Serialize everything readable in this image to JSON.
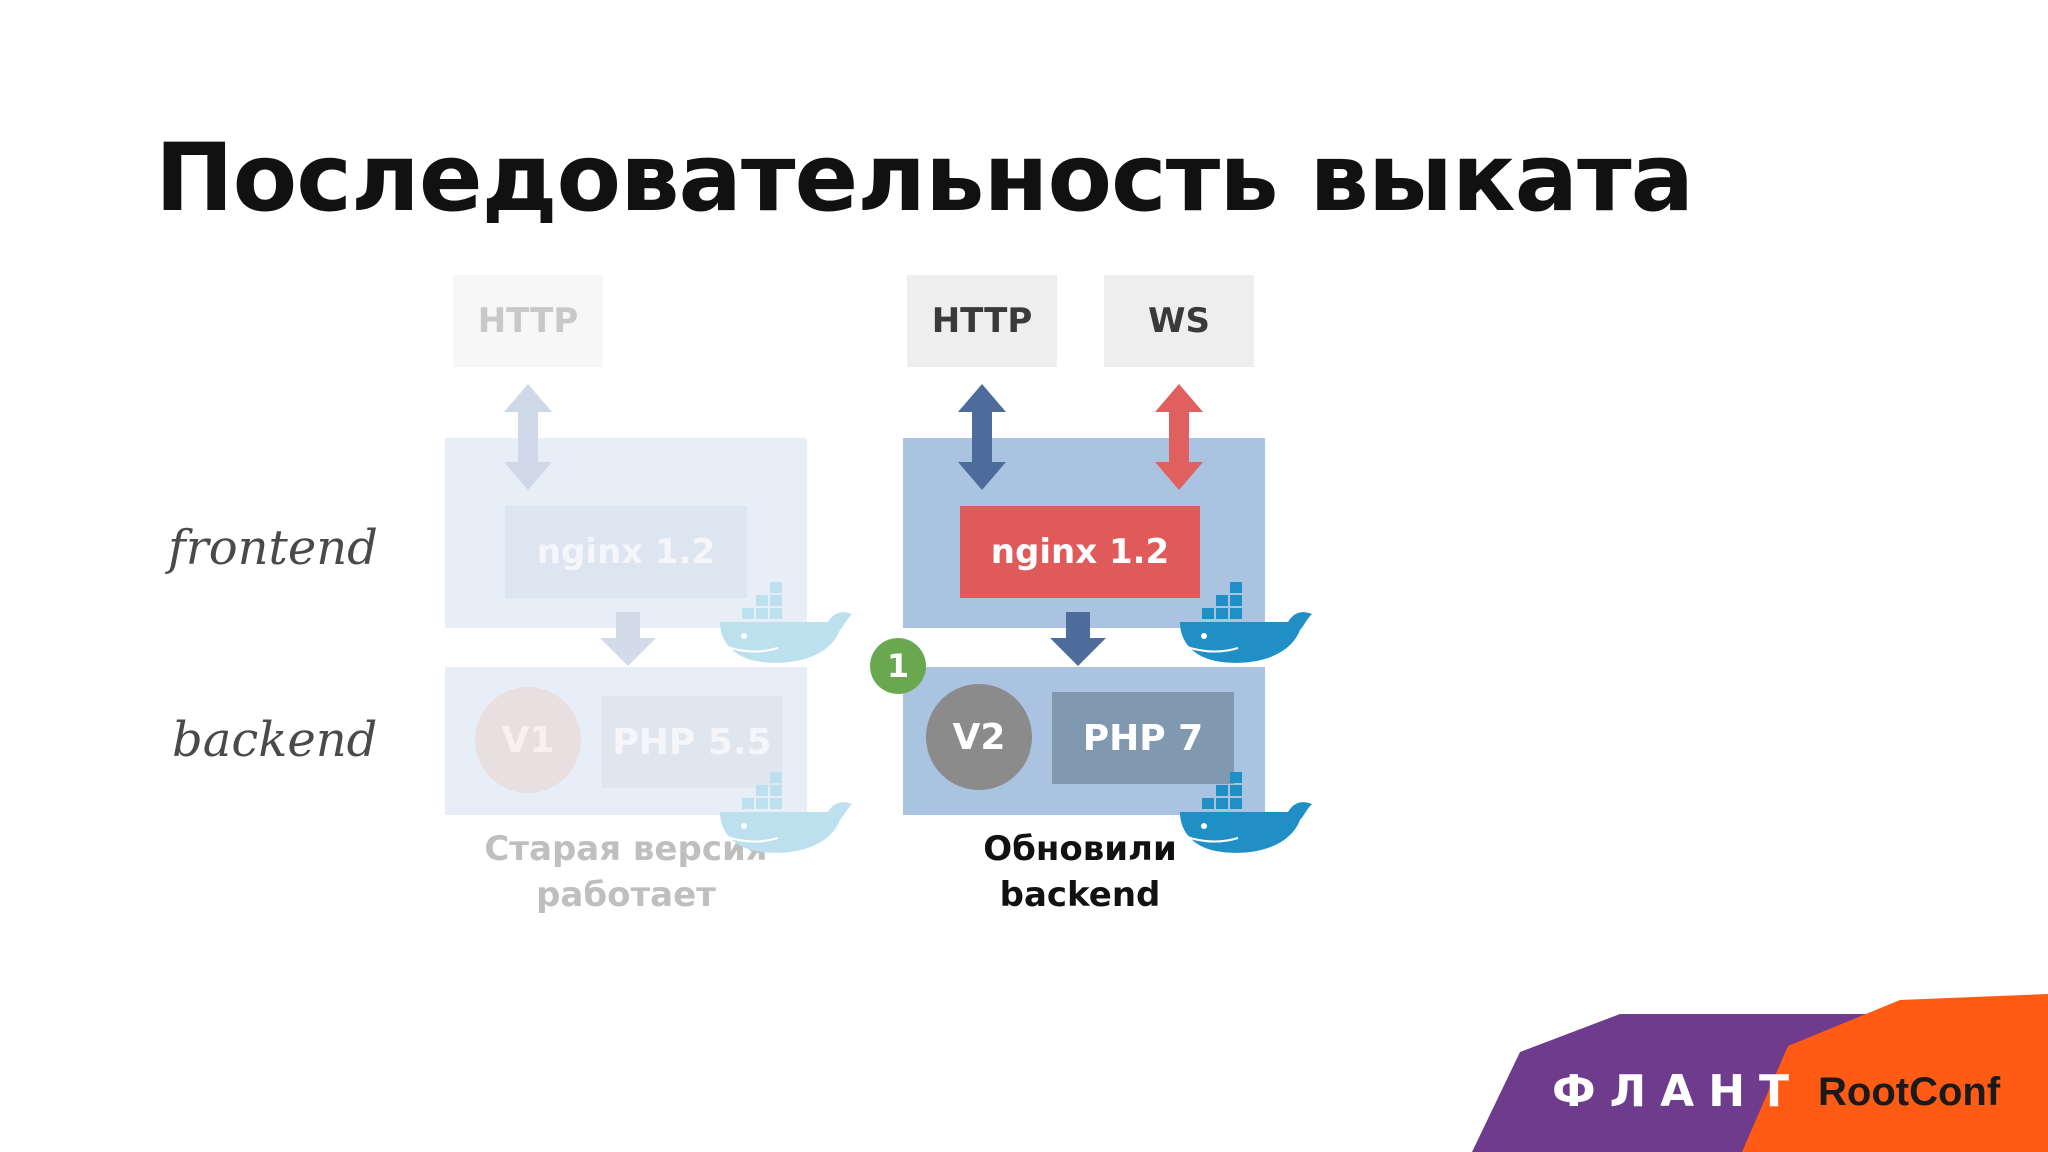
{
  "title": "Последовательность выката",
  "rows": {
    "frontend": "frontend",
    "backend": "backend"
  },
  "left_panel": {
    "http": "HTTP",
    "nginx": "nginx 1.2",
    "version": "V1",
    "php": "PHP 5.5",
    "caption_line1": "Старая версия",
    "caption_line2": "работает"
  },
  "right_panel": {
    "http": "HTTP",
    "ws": "WS",
    "nginx": "nginx 1.2",
    "version": "V2",
    "php": "PHP 7",
    "step": "1",
    "caption_line1": "Обновили",
    "caption_line2": "backend"
  },
  "footer": {
    "company": "ФЛАНТ",
    "conference": "RootConf"
  },
  "colors": {
    "panel_blue": "#a9c3e0",
    "arrow_dark_blue": "#4d6c9b",
    "arrow_red": "#e06060",
    "nginx_red": "#e05a5a",
    "php_gray": "#8098b0",
    "version_circle": "#8b8b8b",
    "step_green": "#6aa84f",
    "footer_purple": "#6f3b8c",
    "footer_orange": "#ff5b14",
    "docker_blue": "#1f8fc6"
  },
  "icons": [
    "docker-whale-icon",
    "double-arrow-icon",
    "down-arrow-icon"
  ]
}
